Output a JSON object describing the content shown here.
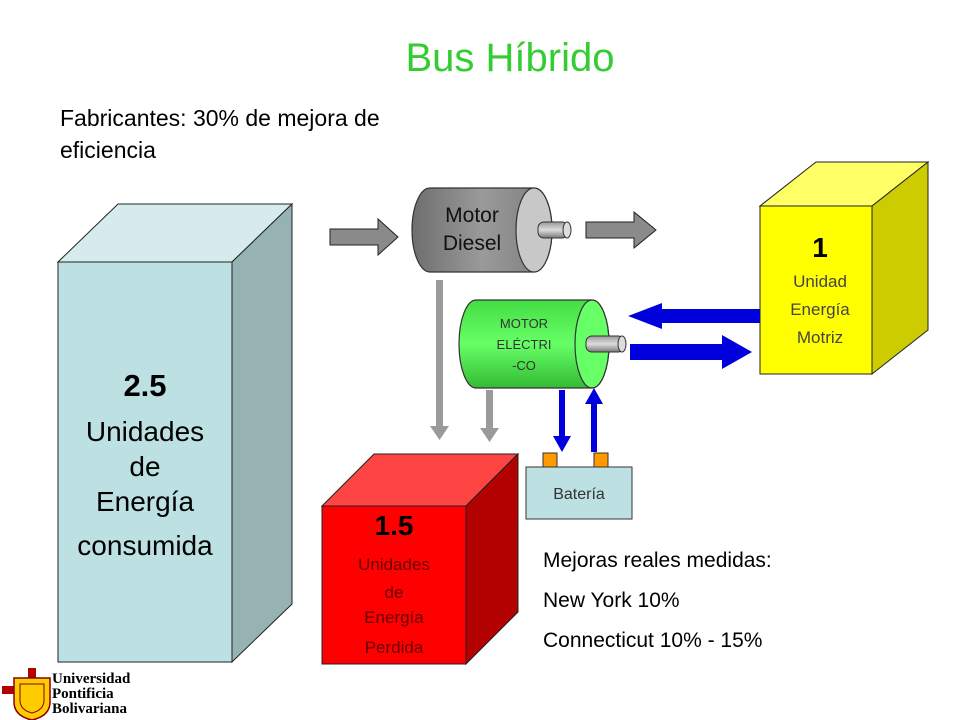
{
  "title": "Bus Híbrido",
  "subtitle": "Fabricantes: 30% de mejora de eficiencia",
  "consumed_block": {
    "value": "2.5",
    "lines": [
      "Unidades",
      "de",
      "Energía",
      "consumida"
    ]
  },
  "lost_block": {
    "value": "1.5",
    "lines": [
      "Unidades",
      "de",
      "Energía",
      "Perdida"
    ]
  },
  "motive_block": {
    "value": "1",
    "lines": [
      "Unidad",
      "Energía",
      "Motriz"
    ]
  },
  "diesel_motor": {
    "lines": [
      "Motor",
      "Diesel"
    ]
  },
  "electric_motor": {
    "lines": [
      "MOTOR",
      "ELÉCTRI",
      "-CO"
    ]
  },
  "battery": {
    "label": "Batería"
  },
  "measured": {
    "heading": "Mejoras reales medidas:",
    "items": [
      "New York 10%",
      "Connecticut 10% - 15%"
    ]
  },
  "logo": {
    "lines": [
      "Universidad",
      "Pontificia",
      "Bolivariana"
    ]
  },
  "colors": {
    "title_green": "#33cc33",
    "teal_front": "#bde0e2",
    "red_front": "#ff0000",
    "yellow_front": "#ffff00",
    "electric_green": "#66ff66",
    "arrow_blue": "#0000dd",
    "arrow_gray": "#888888"
  }
}
